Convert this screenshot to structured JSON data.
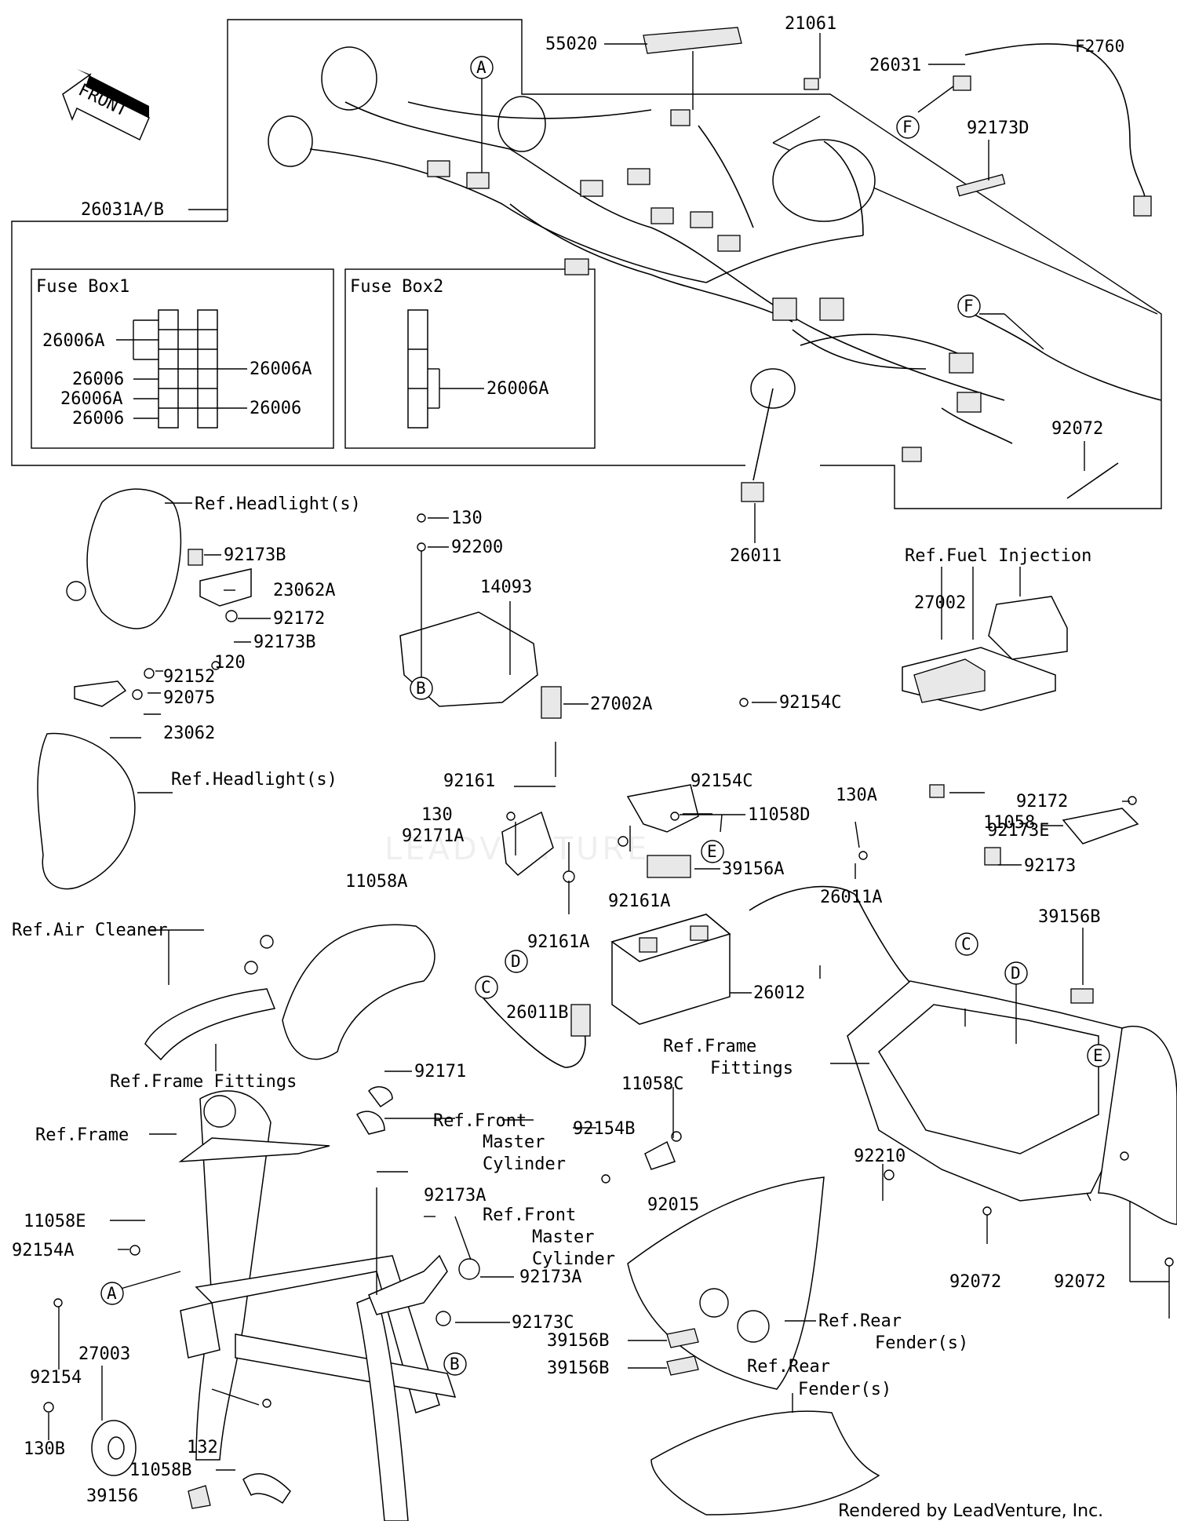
{
  "figure_id": "F2760",
  "front_marker": "FRONT",
  "credit": "Rendered by LeadVenture, Inc.",
  "watermark": "LEADVENTURE",
  "fuse_box_1": {
    "title": "Fuse Box1",
    "labels": [
      "26006A",
      "26006",
      "26006A",
      "26006",
      "26006A",
      "26006"
    ]
  },
  "fuse_box_2": {
    "title": "Fuse Box2",
    "labels": [
      "26006A"
    ]
  },
  "part_labels": {
    "p55020": "55020",
    "p21061": "21061",
    "p26031": "26031",
    "p92173D": "92173D",
    "p26031AB": "26031A/B",
    "p92072a": "92072",
    "p26011": "26011",
    "ref_headlight_1": "Ref.Headlight(s)",
    "p92173B_1": "92173B",
    "p23062A": "23062A",
    "p92172a": "92172",
    "p92173B_2": "92173B",
    "p120": "120",
    "p92152": "92152",
    "p92075": "92075",
    "p23062": "23062",
    "ref_headlight_2": "Ref.Headlight(s)",
    "p130a": "130",
    "p92200": "92200",
    "p14093": "14093",
    "p27002A": "27002A",
    "p92154C_1": "92154C",
    "p92161": "92161",
    "p92154C_2": "92154C",
    "p130b": "130",
    "p11058D": "11058D",
    "p130A": "130A",
    "p11058A": "11058A",
    "p39156A": "39156A",
    "p92161A_1": "92161A",
    "p92161A_2": "92161A",
    "p26011A": "26011A",
    "ref_fuel_injection": "Ref.Fuel Injection",
    "p27002": "27002",
    "p92172b": "92172",
    "p92173E": "92173E",
    "p11058": "11058",
    "p92173": "92173",
    "p39156B_1": "39156B",
    "ref_air_cleaner": "Ref.Air Cleaner",
    "p26012": "26012",
    "p26011B": "26011B",
    "ref_frame_fittings_1": "Ref.Frame Fittings",
    "ref_frame_fittings_2a": "Ref.Frame",
    "ref_frame_fittings_2b": "Fittings",
    "p92171": "92171",
    "p92171A": "92171A",
    "ref_front_master_1a": "Ref.Front",
    "ref_front_master_1b": "Master",
    "ref_front_master_1c": "Cylinder",
    "p11058C": "11058C",
    "p92154B": "92154B",
    "p92015": "92015",
    "p92210": "92210",
    "ref_frame": "Ref.Frame",
    "p11058E": "11058E",
    "p92154A": "92154A",
    "p92173A_1": "92173A",
    "ref_front_master_2a": "Ref.Front",
    "ref_front_master_2b": "Master",
    "ref_front_master_2c": "Cylinder",
    "p92173A_2": "92173A",
    "p92173C": "92173C",
    "p92154": "92154",
    "p27003": "27003",
    "p130B": "130B",
    "p132": "132",
    "p11058B": "11058B",
    "p39156": "39156",
    "ref_rear_fender_1a": "Ref.Rear",
    "ref_rear_fender_1b": "Fender(s)",
    "ref_rear_fender_2a": "Ref.Rear",
    "ref_rear_fender_2b": "Fender(s)",
    "p39156B_2": "39156B",
    "p39156B_3": "39156B",
    "p92072b": "92072",
    "p92072c": "92072"
  },
  "callouts": {
    "A": "A",
    "B": "B",
    "C": "C",
    "D": "D",
    "E": "E",
    "F": "F"
  }
}
